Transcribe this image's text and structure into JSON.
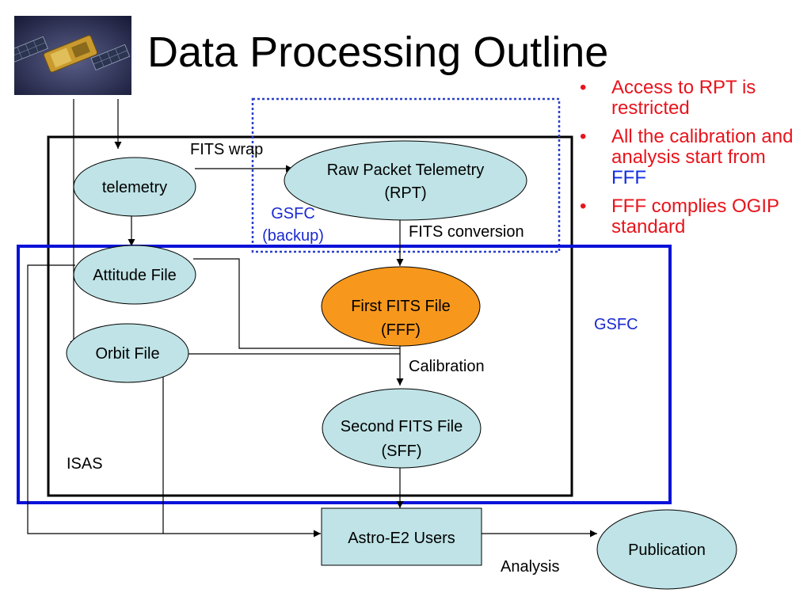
{
  "title": "Data Processing Outline",
  "bullets": [
    {
      "text": "Access to RPT is restricted"
    },
    {
      "text": "All the calibration and analysis start from ",
      "highlight": "FFF"
    },
    {
      "text": "FFF complies OGIP standard"
    }
  ],
  "nodes": {
    "telemetry": "telemetry",
    "rpt_line1": "Raw Packet Telemetry",
    "rpt_line2": "(RPT)",
    "attitude": "Attitude File",
    "orbit": "Orbit File",
    "fff_line1": "First FITS File",
    "fff_line2": "(FFF)",
    "sff_line1": "Second FITS File",
    "sff_line2": "(SFF)",
    "users": "Astro-E2 Users",
    "publication": "Publication"
  },
  "labels": {
    "fits_wrap": "FITS wrap",
    "gsfc_backup_line1": "GSFC",
    "gsfc_backup_line2": "(backup)",
    "fits_conversion": "FITS conversion",
    "gsfc": "GSFC",
    "calibration": "Calibration",
    "isas": "ISAS",
    "analysis": "Analysis"
  },
  "colors": {
    "node_fill": "#bfe3e6",
    "fff_fill": "#f7981d",
    "gsfc_box": "#0a12d8",
    "gsfc_backup_box": "#2a3fc8",
    "gsfc_text": "#1a2ad0",
    "bullet_text": "#e8141c"
  },
  "icons": {
    "satellite": "satellite-image"
  }
}
